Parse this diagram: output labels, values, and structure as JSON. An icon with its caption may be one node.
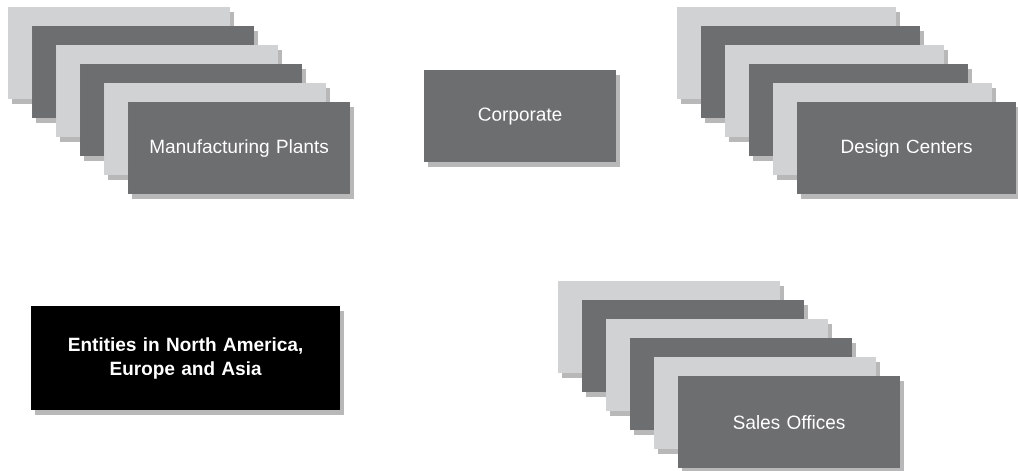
{
  "diagram": {
    "nodes": [
      {
        "text": [
          "Manufacturing Plants"
        ]
      },
      {
        "text": [
          "Corporate"
        ]
      },
      {
        "text": [
          "Design Centers"
        ]
      },
      {
        "text": [
          "Entities in North America, Europe and Asia"
        ]
      },
      {
        "text": [
          "Sales Offices"
        ]
      }
    ]
  }
}
